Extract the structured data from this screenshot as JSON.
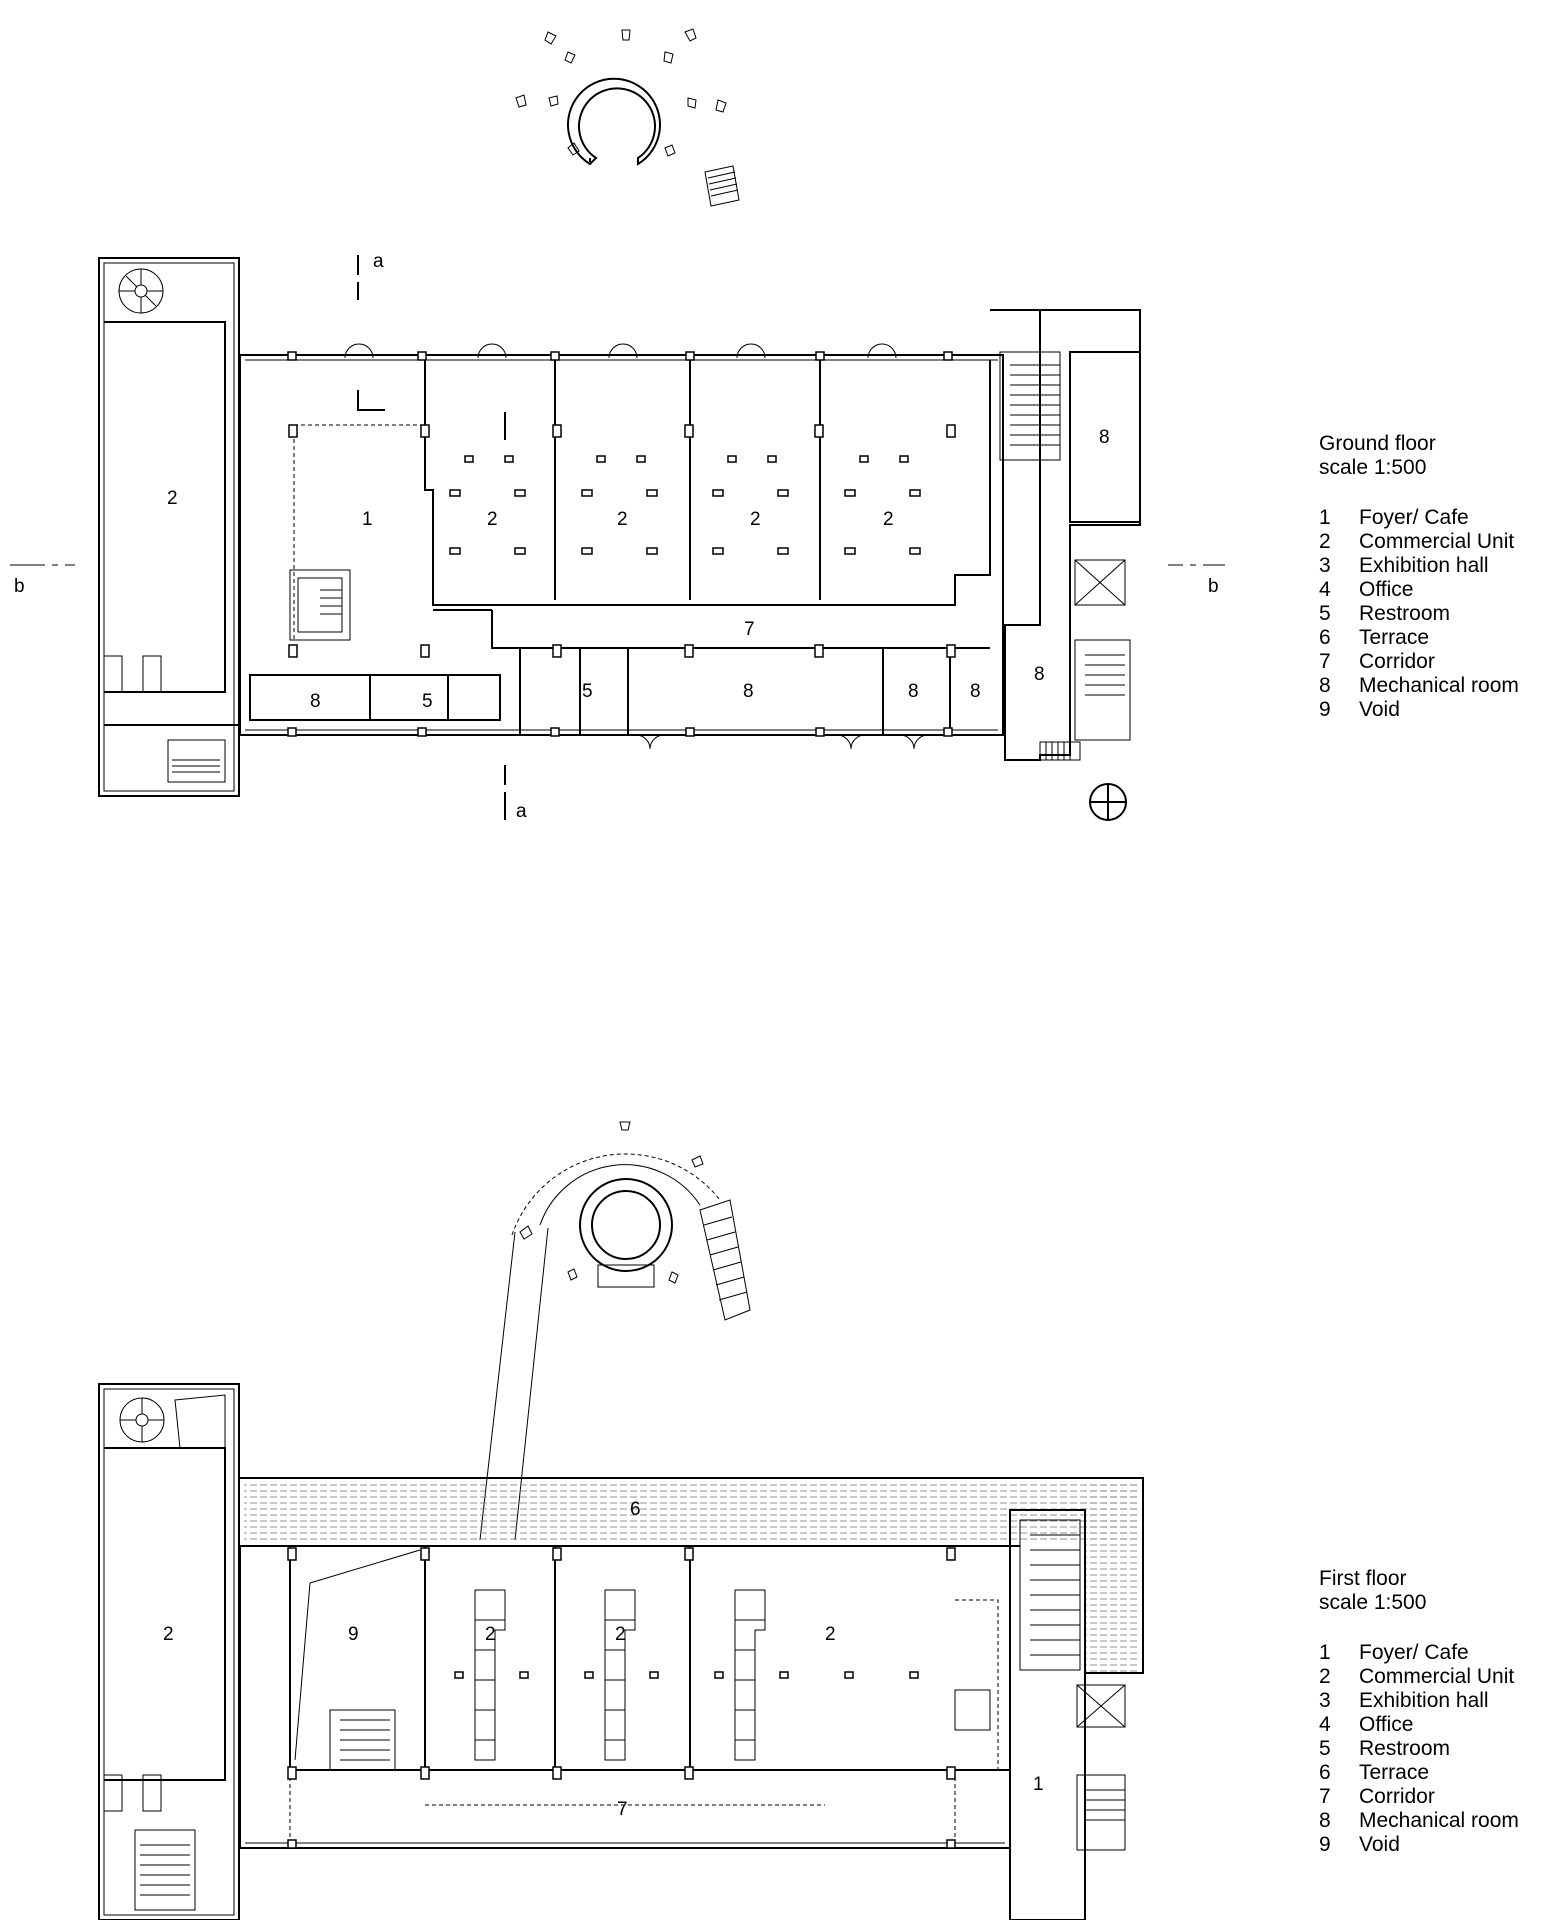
{
  "ground_floor": {
    "title": "Ground floor",
    "scale": "scale 1:500",
    "room_labels": {
      "commercial_west": "2",
      "foyer": "1",
      "com1": "2",
      "com2": "2",
      "com3": "2",
      "com4": "2",
      "mech_ne": "8",
      "corridor": "7",
      "mech_a": "8",
      "restroom_a": "5",
      "restroom_b": "5",
      "mech_b": "8",
      "mech_c": "8",
      "mech_d": "8",
      "mech_e": "8"
    },
    "section_marks": {
      "a_top": "a",
      "a_bottom": "a",
      "b_left": "b",
      "b_right": "b"
    },
    "legend": [
      {
        "num": "1",
        "label": "Foyer/ Cafe"
      },
      {
        "num": "2",
        "label": "Commercial Unit"
      },
      {
        "num": "3",
        "label": "Exhibition hall"
      },
      {
        "num": "4",
        "label": "Office"
      },
      {
        "num": "5",
        "label": "Restroom"
      },
      {
        "num": "6",
        "label": "Terrace"
      },
      {
        "num": "7",
        "label": "Corridor"
      },
      {
        "num": "8",
        "label": "Mechanical room"
      },
      {
        "num": "9",
        "label": "Void"
      }
    ]
  },
  "first_floor": {
    "title": "First floor",
    "scale": "scale 1:500",
    "room_labels": {
      "terrace": "6",
      "commercial_west": "2",
      "void": "9",
      "com1": "2",
      "com2": "2",
      "com3": "2",
      "corridor": "7",
      "foyer": "1"
    },
    "legend": [
      {
        "num": "1",
        "label": "Foyer/ Cafe"
      },
      {
        "num": "2",
        "label": "Commercial Unit"
      },
      {
        "num": "3",
        "label": "Exhibition hall"
      },
      {
        "num": "4",
        "label": "Office"
      },
      {
        "num": "5",
        "label": "Restroom"
      },
      {
        "num": "6",
        "label": "Terrace"
      },
      {
        "num": "7",
        "label": "Corridor"
      },
      {
        "num": "8",
        "label": "Mechanical room"
      },
      {
        "num": "9",
        "label": "Void"
      }
    ]
  }
}
